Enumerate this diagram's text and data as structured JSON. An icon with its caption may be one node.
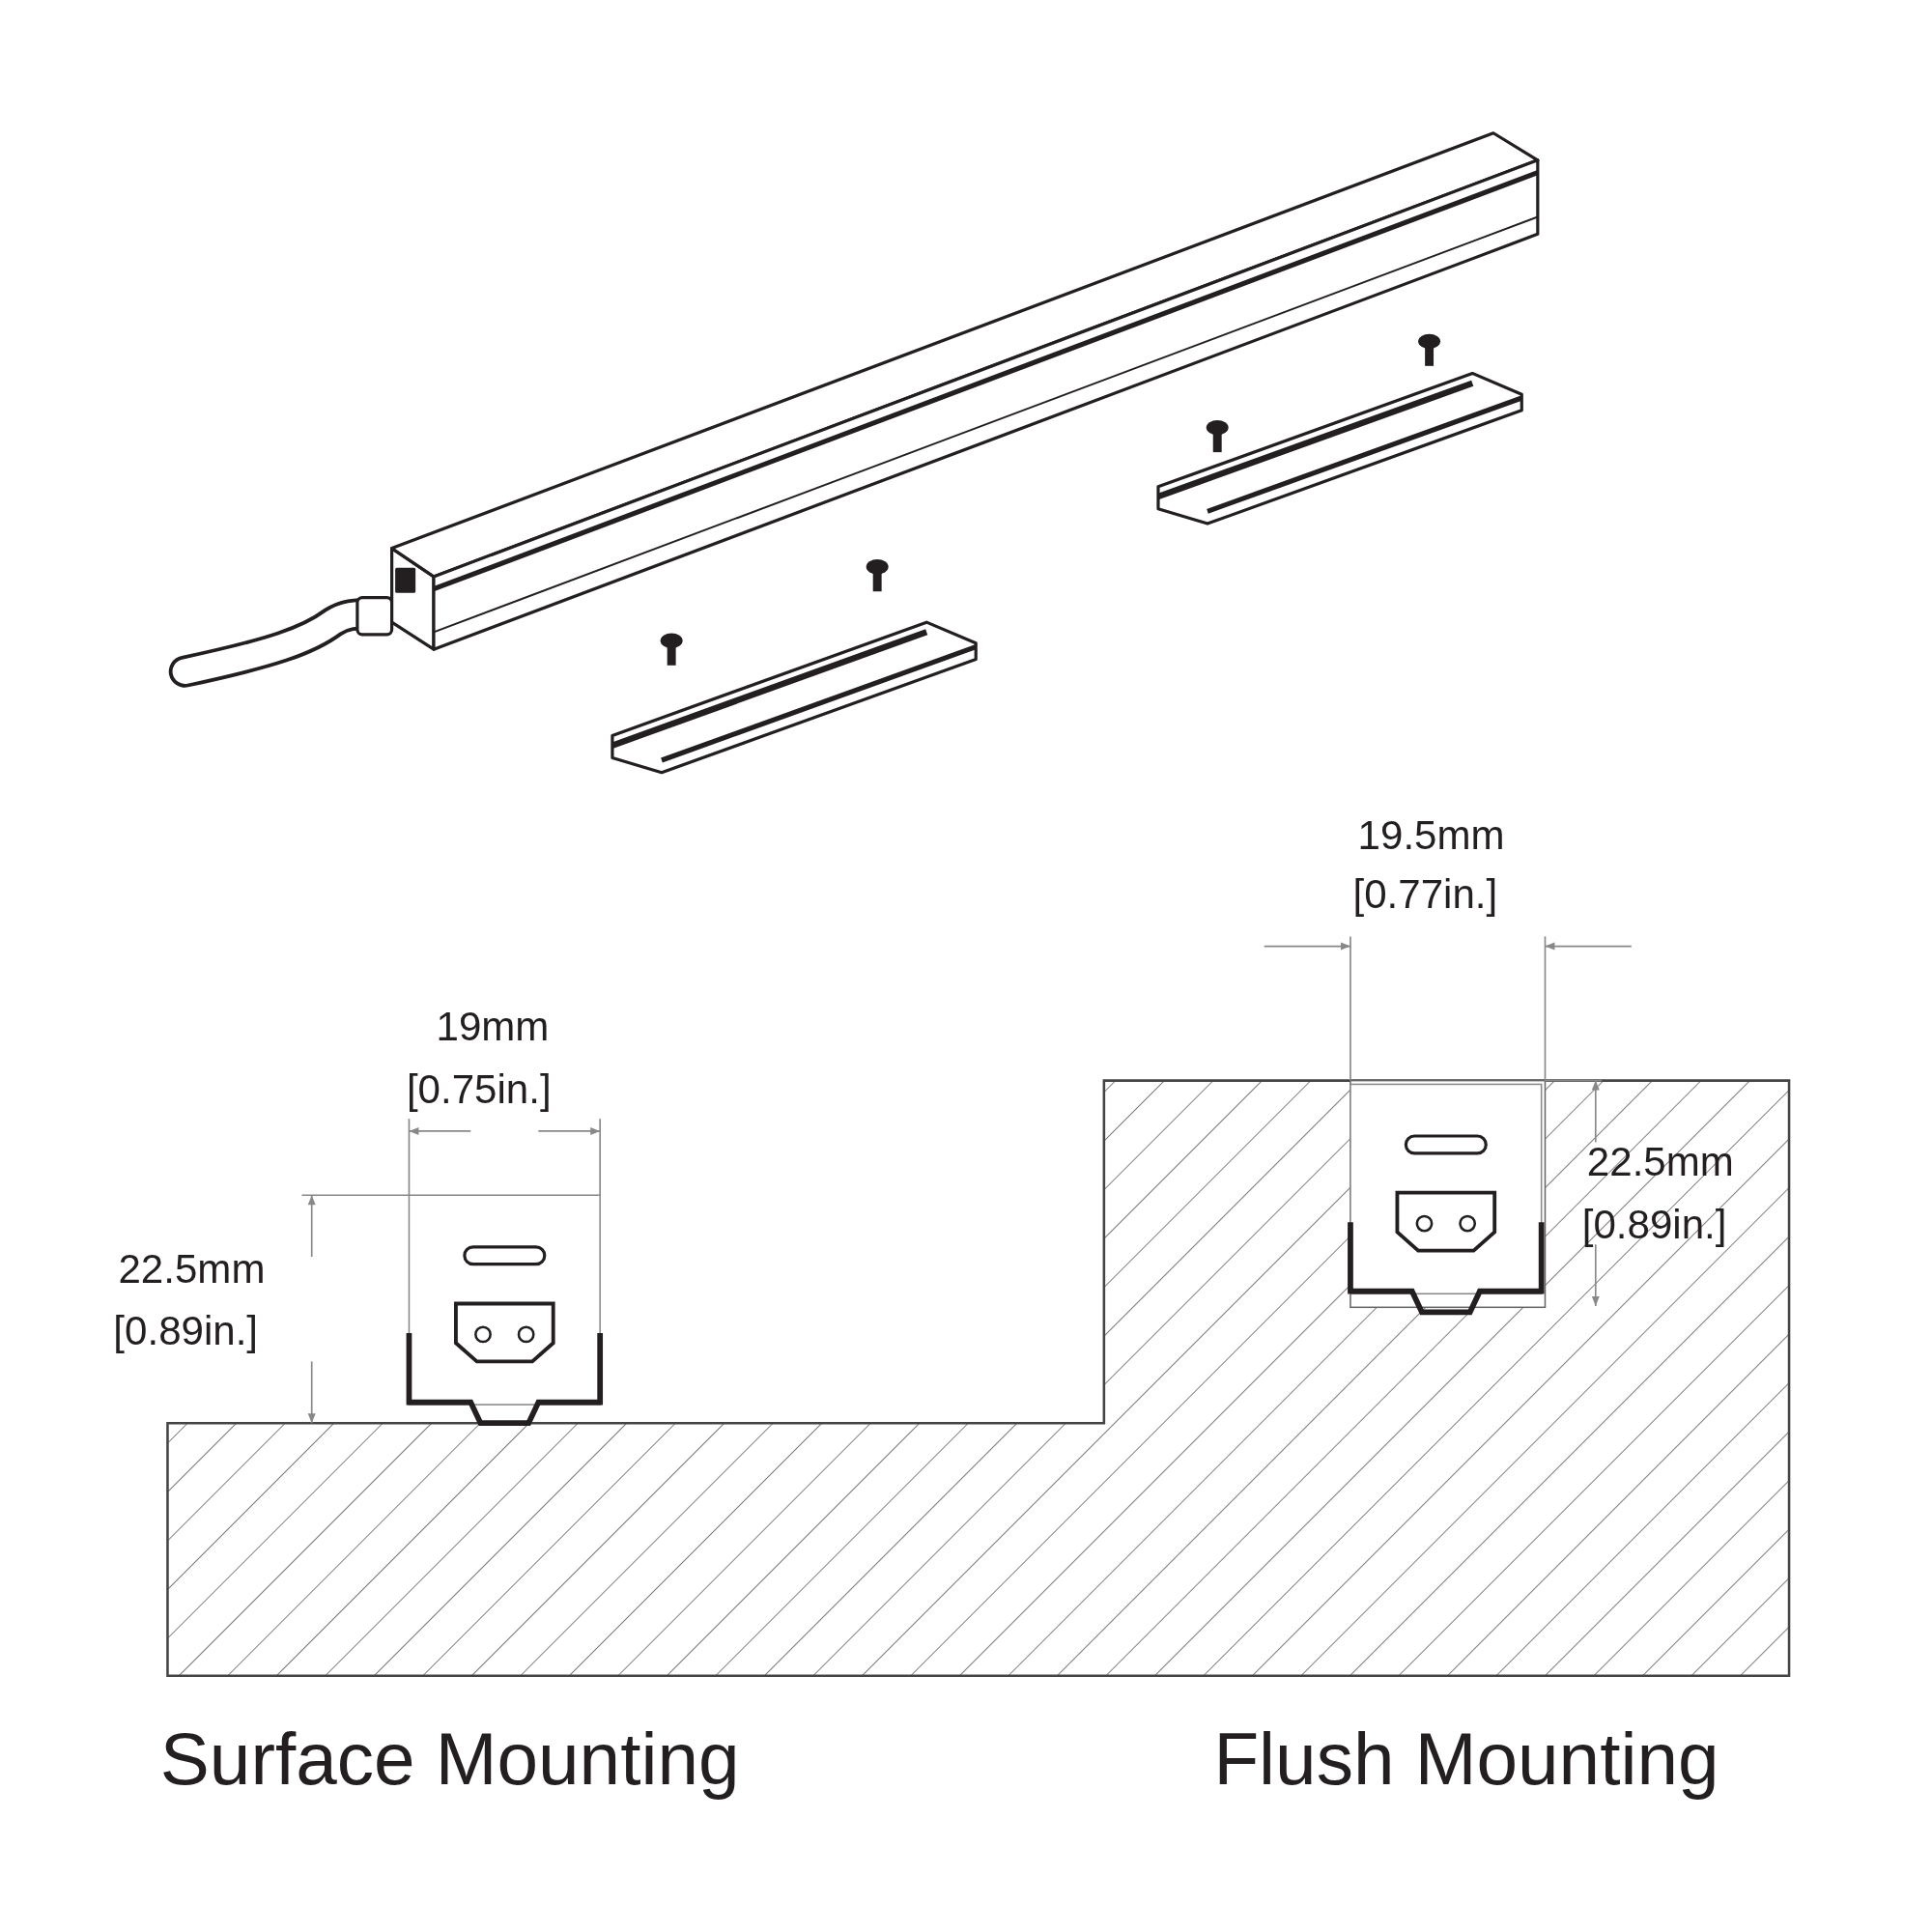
{
  "diagram": {
    "labels": [
      "19.5mm",
      "[0.77in.]",
      "19mm",
      "[0.75in.]",
      "22.5mm",
      "[0.89in.]",
      "22.5mm",
      "[0.89in.]",
      "Surface Mounting",
      "Flush Mounting"
    ]
  }
}
